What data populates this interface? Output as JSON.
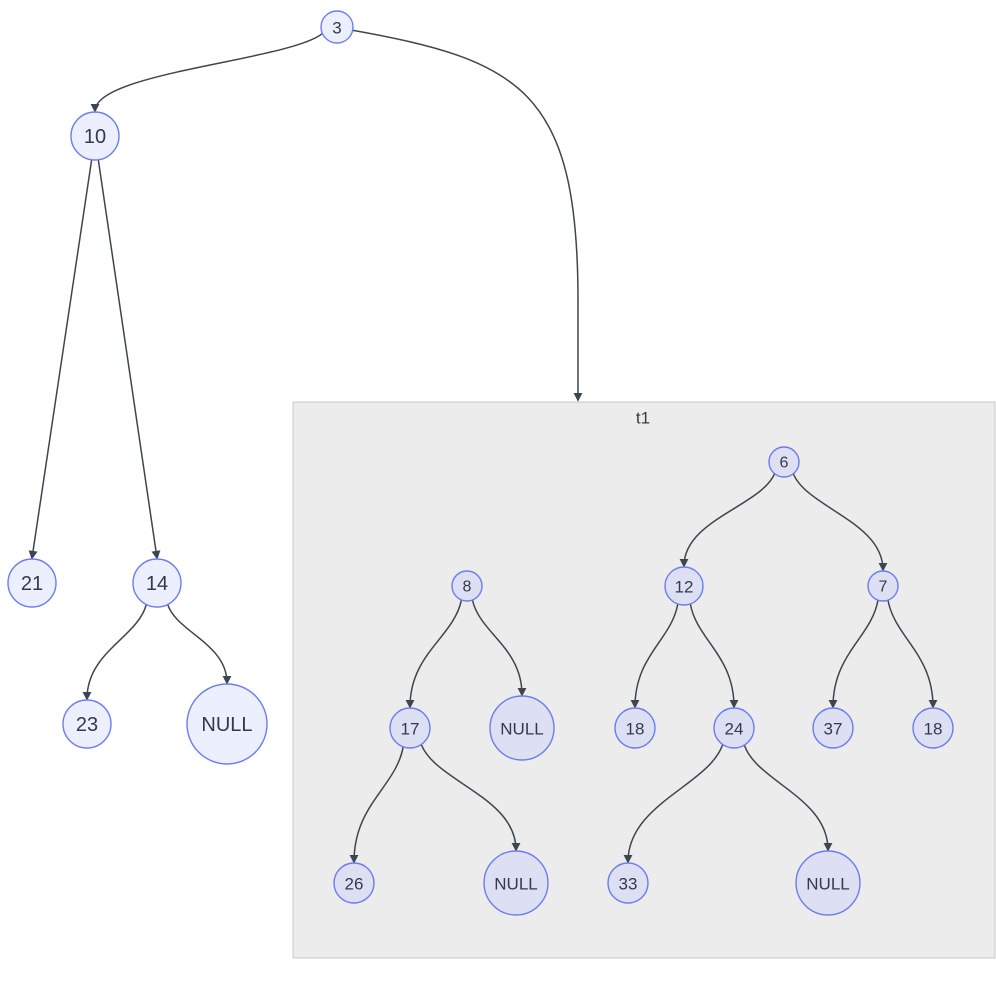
{
  "diagram": {
    "cluster": {
      "id": "t1",
      "label": "t1"
    },
    "nodes": [
      {
        "id": "n3",
        "label": "3",
        "in_cluster": false
      },
      {
        "id": "n10",
        "label": "10",
        "in_cluster": false
      },
      {
        "id": "n21",
        "label": "21",
        "in_cluster": false
      },
      {
        "id": "n14",
        "label": "14",
        "in_cluster": false
      },
      {
        "id": "n23",
        "label": "23",
        "in_cluster": false
      },
      {
        "id": "nNull1",
        "label": "NULL",
        "in_cluster": false
      },
      {
        "id": "n6",
        "label": "6",
        "in_cluster": true
      },
      {
        "id": "n12",
        "label": "12",
        "in_cluster": true
      },
      {
        "id": "n7",
        "label": "7",
        "in_cluster": true
      },
      {
        "id": "n8",
        "label": "8",
        "in_cluster": true
      },
      {
        "id": "n17",
        "label": "17",
        "in_cluster": true
      },
      {
        "id": "nNull2",
        "label": "NULL",
        "in_cluster": true
      },
      {
        "id": "n18a",
        "label": "18",
        "in_cluster": true
      },
      {
        "id": "n24",
        "label": "24",
        "in_cluster": true
      },
      {
        "id": "n37",
        "label": "37",
        "in_cluster": true
      },
      {
        "id": "n18b",
        "label": "18",
        "in_cluster": true
      },
      {
        "id": "n26",
        "label": "26",
        "in_cluster": true
      },
      {
        "id": "nNull3",
        "label": "NULL",
        "in_cluster": true
      },
      {
        "id": "n33",
        "label": "33",
        "in_cluster": true
      },
      {
        "id": "nNull4",
        "label": "NULL",
        "in_cluster": true
      }
    ],
    "edges": [
      {
        "from": "n3",
        "to": "n10"
      },
      {
        "from": "n3",
        "to": "t1"
      },
      {
        "from": "n10",
        "to": "n21"
      },
      {
        "from": "n10",
        "to": "n14"
      },
      {
        "from": "n14",
        "to": "n23"
      },
      {
        "from": "n14",
        "to": "nNull1"
      },
      {
        "from": "n6",
        "to": "n12"
      },
      {
        "from": "n6",
        "to": "n7"
      },
      {
        "from": "n12",
        "to": "n18a"
      },
      {
        "from": "n12",
        "to": "n24"
      },
      {
        "from": "n7",
        "to": "n37"
      },
      {
        "from": "n7",
        "to": "n18b"
      },
      {
        "from": "n8",
        "to": "n17"
      },
      {
        "from": "n8",
        "to": "nNull2"
      },
      {
        "from": "n17",
        "to": "n26"
      },
      {
        "from": "n17",
        "to": "nNull3"
      },
      {
        "from": "n24",
        "to": "n33"
      },
      {
        "from": "n24",
        "to": "nNull4"
      }
    ]
  }
}
